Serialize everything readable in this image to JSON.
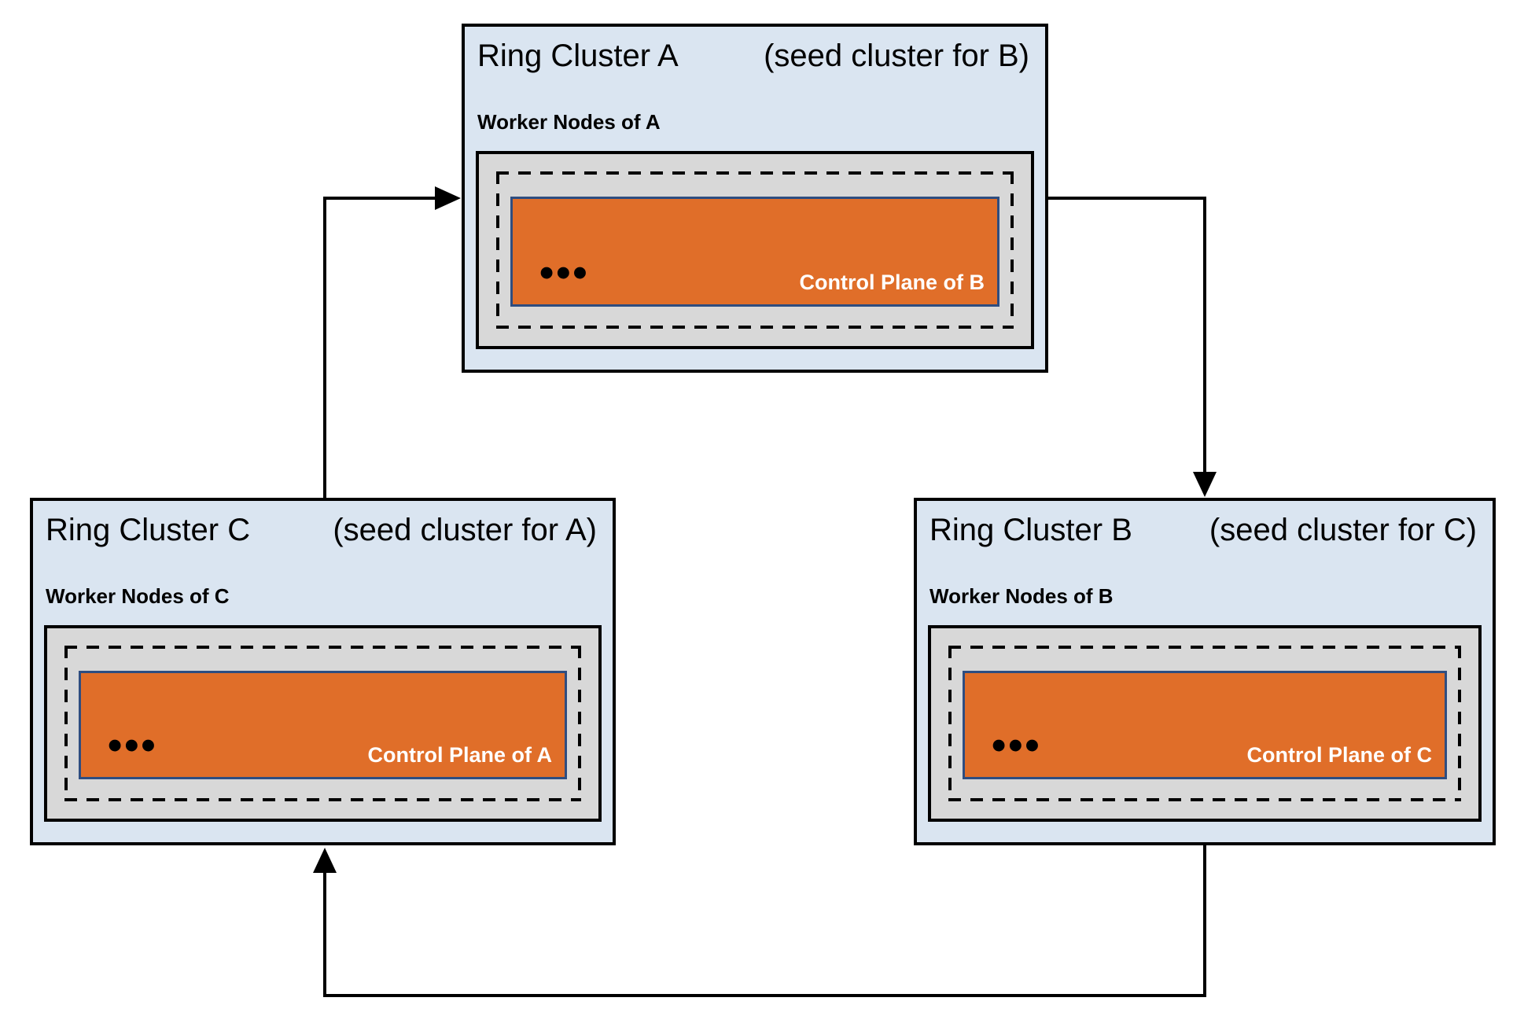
{
  "clusters": [
    {
      "title": "Ring Cluster A",
      "subtitle": "(seed cluster for B)",
      "worker_label": "Worker Nodes of A",
      "control_plane_label": "Control Plane of B",
      "dots": "•••"
    },
    {
      "title": "Ring Cluster B",
      "subtitle": "(seed cluster for C)",
      "worker_label": "Worker Nodes of B",
      "control_plane_label": "Control Plane of C",
      "dots": "•••"
    },
    {
      "title": "Ring Cluster C",
      "subtitle": "(seed cluster for A)",
      "worker_label": "Worker Nodes of C",
      "control_plane_label": "Control Plane of A",
      "dots": "•••"
    }
  ],
  "arrows": [
    {
      "from": "Ring Cluster A",
      "to": "Ring Cluster B"
    },
    {
      "from": "Ring Cluster B",
      "to": "Ring Cluster C"
    },
    {
      "from": "Ring Cluster C",
      "to": "Ring Cluster A"
    }
  ],
  "colors": {
    "cluster_bg": "#dae5f1",
    "node_bg": "#d8d8d8",
    "control_plane_bg": "#e06e29",
    "control_plane_border": "#2e4d80",
    "line": "#000000"
  }
}
